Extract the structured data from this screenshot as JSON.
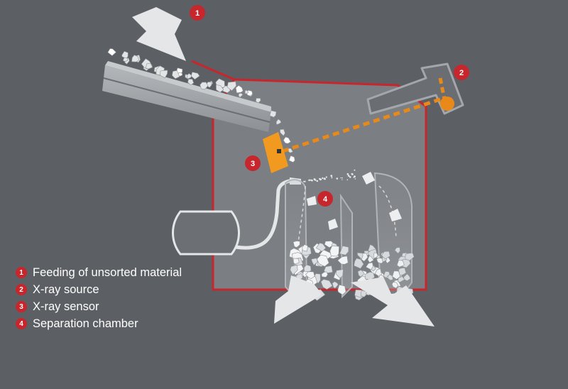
{
  "badges": [
    "1",
    "2",
    "3",
    "4"
  ],
  "legend": [
    {
      "num": "1",
      "label": "Feeding of unsorted material"
    },
    {
      "num": "2",
      "label": "X-ray source"
    },
    {
      "num": "3",
      "label": "X-ray sensor"
    },
    {
      "num": "4",
      "label": "Separation chamber"
    }
  ],
  "colors": {
    "background": "#5c5f63",
    "chamber": "#7b7e82",
    "outline_red": "#c6262c",
    "xray_beam": "#e8891a",
    "badge": "#c6262c",
    "rock": "#eceeef",
    "arrow": "#e4e6e7"
  }
}
